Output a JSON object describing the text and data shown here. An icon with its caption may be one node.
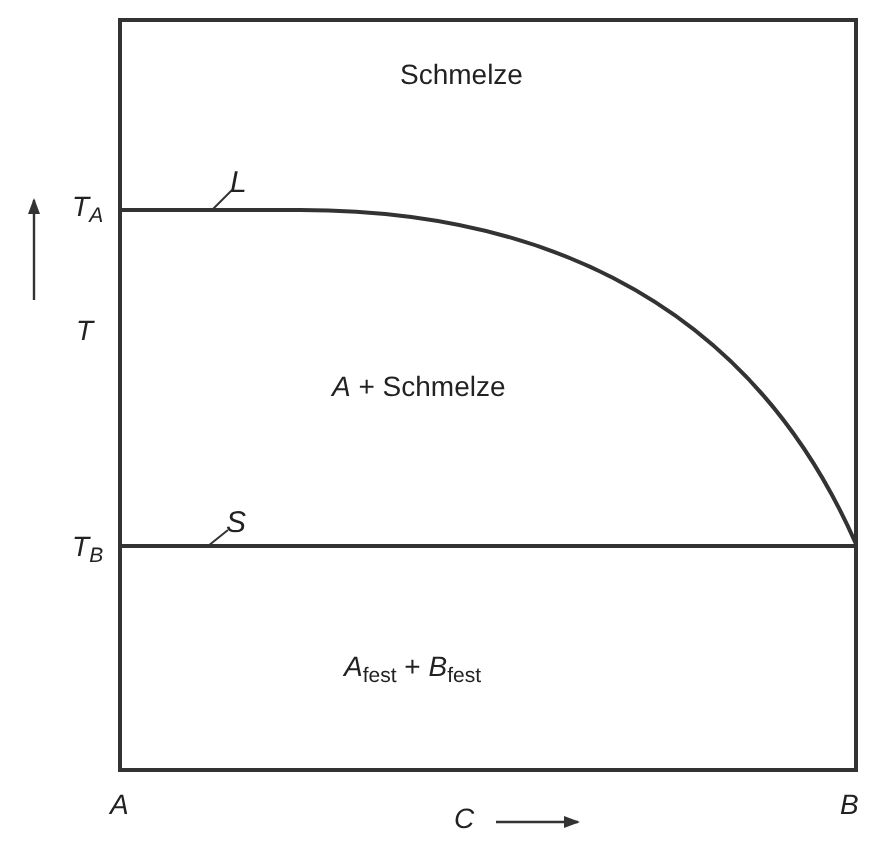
{
  "diagram": {
    "nodes": [
      {
        "text": [
          "L"
        ]
      },
      {
        "text": [
          "S"
        ]
      }
    ],
    "edges": [
      {
        "from": 0,
        "to": null,
        "arrow": "none"
      },
      {
        "from": 1,
        "to": null,
        "arrow": "none"
      }
    ],
    "labels": [
      "Schmelze",
      "T$_{A}$",
      "T",
      "*A* + Schmelze",
      "T$_{B}$",
      "*A*$_{fest}$ + *B*$_{fest}$",
      "A",
      "C",
      "B"
    ]
  }
}
